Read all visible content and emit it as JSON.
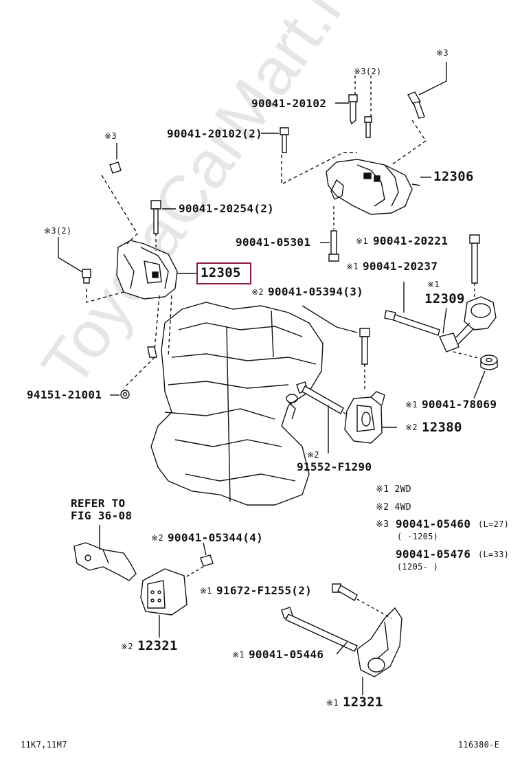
{
  "watermark": "ToyotaCarMart.ru",
  "callouts": {
    "p90041_20102_top": "90041-20102",
    "p90041_20102_2": "90041-20102(2)",
    "p90041_20254_2": "90041-20254(2)",
    "p90041_05301": "90041-05301",
    "p12306": "12306",
    "p12305": "12305",
    "p90041_20221": "90041-20221",
    "p90041_20237": "90041-20237",
    "p12309": "12309",
    "p90041_05394_3": "90041-05394(3)",
    "p94151_21001": "94151-21001",
    "p90041_78069": "90041-78069",
    "p12380": "12380",
    "p91552_F1290": "91552-F1290",
    "p90041_05344_4": "90041-05344(4)",
    "p91672_F1255_2": "91672-F1255(2)",
    "p12321_left": "12321",
    "p90041_05446": "90041-05446",
    "p12321_bottom": "12321",
    "refer_line1": "REFER TO",
    "refer_line2": "FIG 36-08"
  },
  "marks": {
    "m3": "※3",
    "m3_2": "※3(2)",
    "m1": "※1",
    "m2": "※2"
  },
  "legend": {
    "l1": "※1 2WD",
    "l2": "※2 4WD",
    "l3_prefix": "※3",
    "l3a_part": "90041-05460",
    "l3a_len": "(L=27)",
    "l3a_range": "(      -1205)",
    "l3b_part": "90041-05476",
    "l3b_len": "(L=33)",
    "l3b_range": "(1205-      )"
  },
  "footer": {
    "left": "11K7,11M7",
    "right": "116380-E"
  },
  "colors": {
    "highlight": "#8b1d3a",
    "line": "#111111"
  }
}
